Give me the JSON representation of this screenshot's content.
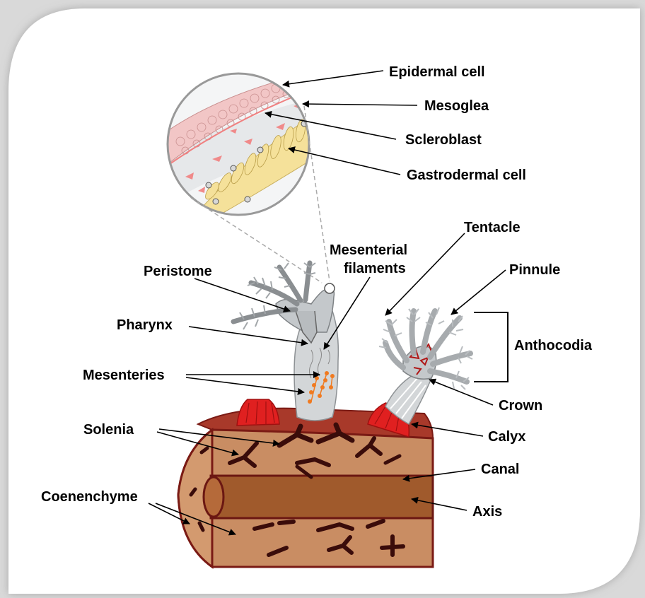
{
  "labels": {
    "epidermal_cell": "Epidermal cell",
    "mesoglea": "Mesoglea",
    "scleroblast": "Scleroblast",
    "gastrodermal_cell": "Gastrodermal cell",
    "tentacle": "Tentacle",
    "mesenterial_filaments_line1": "Mesenterial",
    "mesenterial_filaments_line2": "filaments",
    "peristome": "Peristome",
    "pinnule": "Pinnule",
    "pharynx": "Pharynx",
    "anthocodia": "Anthocodia",
    "mesenteries": "Mesenteries",
    "crown": "Crown",
    "solenia": "Solenia",
    "calyx": "Calyx",
    "canal": "Canal",
    "coenenchyme": "Coenenchyme",
    "axis": "Axis"
  },
  "colors": {
    "background": "#d9d9d9",
    "card": "#ffffff",
    "coenenchyme": "#c98d63",
    "coenenchyme_border": "#7a1a14",
    "axis": "#a05a2c",
    "solenia": "#3a0c0a",
    "calyx": "#e02020",
    "polyp": "#c9cdd0",
    "polyp_light": "#e3e6e8",
    "epidermal": "#f2c6c6",
    "gastrodermal": "#f5e19a",
    "mesenteries": "#f07a20",
    "crown_marks": "#b01818"
  }
}
